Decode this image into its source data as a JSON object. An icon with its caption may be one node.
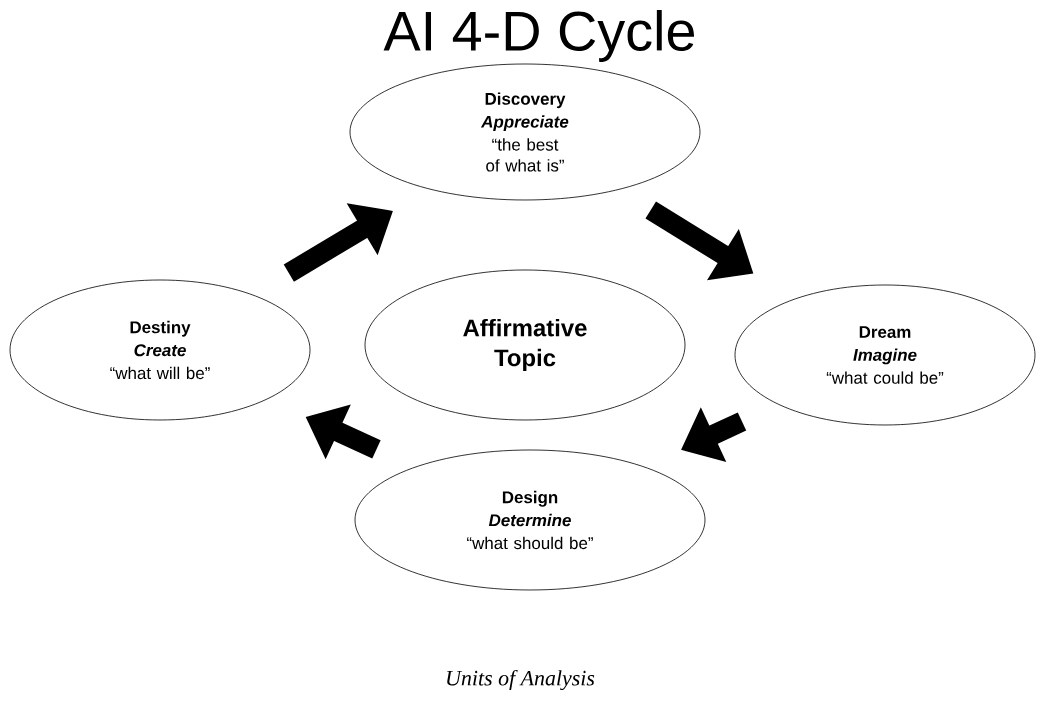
{
  "diagram": {
    "title": "AI 4-D Cycle",
    "caption": "Units of Analysis",
    "nodes": [
      {
        "text": [
          "Discovery",
          "Appreciate",
          "“the best of what is”"
        ]
      },
      {
        "text": [
          "Dream",
          "Imagine",
          "“what could be”"
        ]
      },
      {
        "text": [
          "Design",
          "Determine",
          "“what should be”"
        ]
      },
      {
        "text": [
          "Destiny",
          "Create",
          "“what will be”"
        ]
      },
      {
        "text": [
          "Affirmative Topic"
        ]
      }
    ],
    "edges": [
      {
        "from": 0,
        "to": 1,
        "arrow": "to"
      },
      {
        "from": 1,
        "to": 2,
        "arrow": "to"
      },
      {
        "from": 2,
        "to": 3,
        "arrow": "to"
      },
      {
        "from": 3,
        "to": 0,
        "arrow": "to"
      }
    ]
  }
}
